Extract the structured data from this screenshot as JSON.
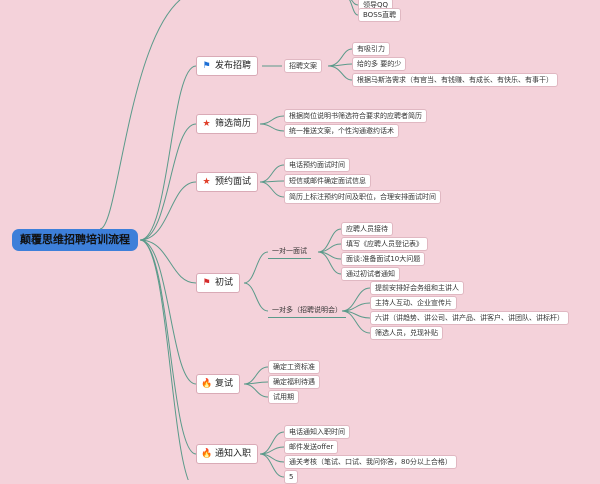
{
  "colors": {
    "background": "#f4d2da",
    "root": "#3d7fd9",
    "line": "#5a9a8a"
  },
  "root": {
    "label": "颠覆思维招聘培训流程"
  },
  "partial_top": {
    "items": [
      "领导QQ",
      "BOSS直聘"
    ]
  },
  "publish": {
    "icon": "blue-flag-icon",
    "label": "发布招聘",
    "sub": "招聘文案",
    "items": [
      "有吸引力",
      "给的多 要的少",
      "根据马斯洛需求（有官当、有钱赚、有成长、有快乐、有事干）"
    ]
  },
  "screen": {
    "icon": "star-icon",
    "label": "筛选简历",
    "items": [
      "根据岗位说明书筛选符合要求的应聘者简历",
      "统一推送文案，个性沟通邀约话术"
    ]
  },
  "appoint": {
    "icon": "star-icon",
    "label": "预约面试",
    "items": [
      "电话预约面试时间",
      "短信或邮件确定面试信息",
      "简历上标注预约时间及职位，合理安排面试时间"
    ]
  },
  "first": {
    "icon": "red-flag-icon",
    "label": "初试",
    "one_on_one": {
      "label": "一对一面试",
      "items": [
        "应聘人员接待",
        "填写《应聘人员登记表》",
        "面谈:准备面试10大问题",
        "通过初试者通知"
      ]
    },
    "one_to_many": {
      "label": "一对多（招聘说明会）",
      "items": [
        "提前安排好会务组和主讲人",
        "主持人互动、企业宣传片",
        "六讲（讲趋势、讲公司、讲产品、讲客户、讲团队、讲标杆）",
        "筛选人员，兑现补贴"
      ]
    }
  },
  "second": {
    "icon": "flame-icon",
    "label": "复试",
    "items": [
      "确定工资标准",
      "确定福利待遇",
      "试用期"
    ]
  },
  "notify": {
    "icon": "flame-icon",
    "label": "通知入职",
    "items": [
      "电话通知入职时间",
      "邮件发送offer",
      "通关考核（笔试、口试、我问你答，80分以上合格）",
      "5"
    ]
  }
}
